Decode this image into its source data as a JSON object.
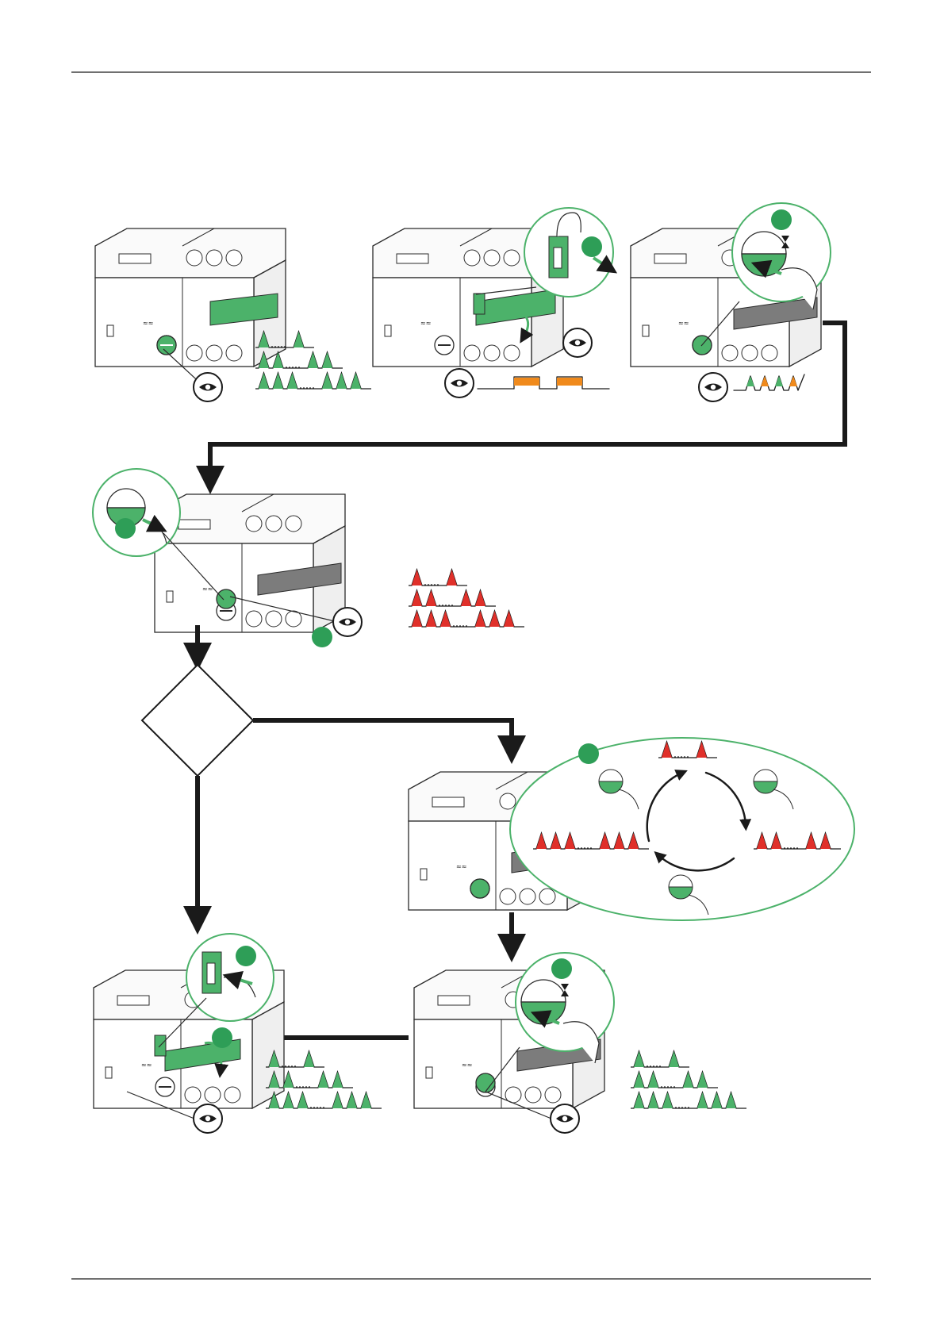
{
  "colors": {
    "accent_green": "#4cb26a",
    "badge_green": "#2e9e57",
    "led_orange": "#f08a1c",
    "led_red": "#e0302a",
    "arrow_black": "#1a1a1a",
    "module_gray": "#7c7c7c"
  },
  "icons": [
    "eye-icon",
    "hourglass-icon",
    "rotate-arrow-icon",
    "pointing-hand-icon"
  ],
  "steps": [
    {
      "id": "step-1",
      "indicator": "green-led-pulse-sequence"
    },
    {
      "id": "step-2",
      "indicator": "orange-square-wave"
    },
    {
      "id": "step-3",
      "indicator": "green-orange-led-ramp"
    },
    {
      "id": "step-4",
      "indicator": "red-led-pulse-sequence"
    },
    {
      "id": "step-5",
      "indicator": "red-green-led-cycle"
    },
    {
      "id": "step-6",
      "indicator": "green-led-pulse-sequence"
    },
    {
      "id": "step-7",
      "indicator": "green-led-pulse-sequence"
    }
  ],
  "led_patterns": {
    "step1": [
      1,
      2,
      3
    ],
    "step4": [
      1,
      2,
      3
    ],
    "step6": [
      1,
      2,
      3
    ],
    "step7": [
      1,
      2,
      3
    ]
  }
}
